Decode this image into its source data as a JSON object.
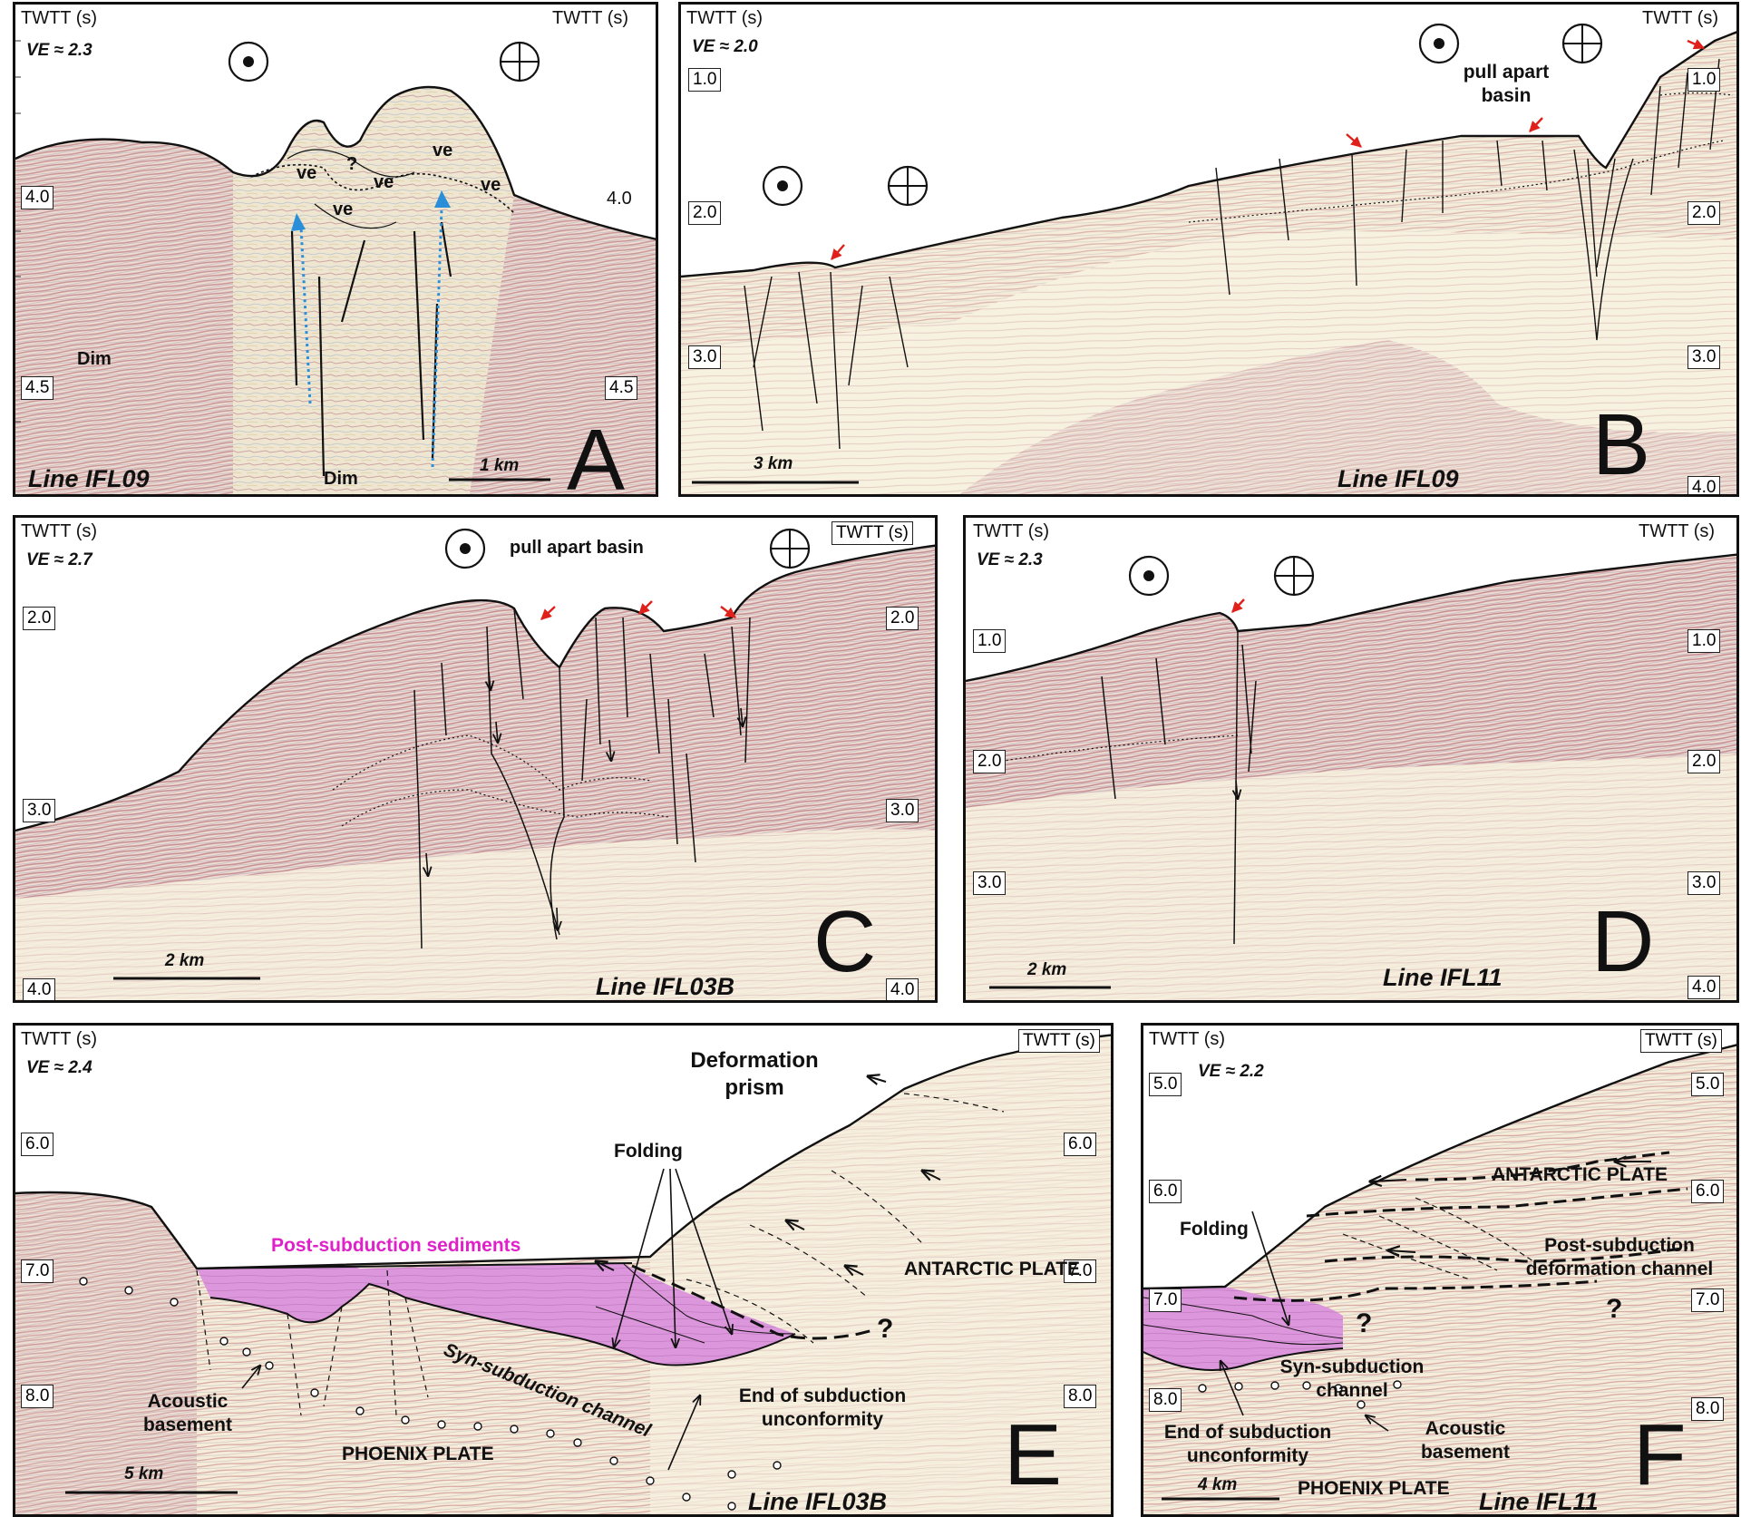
{
  "figure": {
    "panels": {
      "A": {
        "letter": "A",
        "axis_title_left": "TWTT (s)",
        "axis_title_right": "TWTT (s)",
        "ve": "VE ≈ 2.3",
        "ticks_left": [
          "4.0",
          "4.5"
        ],
        "ticks_right": [
          "4.0",
          "4.5"
        ],
        "line_name": "Line IFL09",
        "scale_label": "1 km",
        "labels": {
          "ve": "ve",
          "question": "?",
          "dim": "Dim"
        }
      },
      "B": {
        "letter": "B",
        "axis_title_left": "TWTT (s)",
        "axis_title_right": "TWTT (s)",
        "ve": "VE ≈ 2.0",
        "ticks_left": [
          "1.0",
          "2.0",
          "3.0"
        ],
        "ticks_right": [
          "1.0",
          "2.0",
          "3.0",
          "4.0"
        ],
        "line_name": "Line IFL09",
        "scale_label": "3 km",
        "basin_label": "pull apart basin"
      },
      "C": {
        "letter": "C",
        "axis_title_left": "TWTT (s)",
        "axis_title_right": "TWTT (s)",
        "ve": "VE ≈ 2.7",
        "ticks_left": [
          "2.0",
          "3.0",
          "4.0"
        ],
        "ticks_right": [
          "2.0",
          "3.0",
          "4.0"
        ],
        "line_name": "Line IFL03B",
        "scale_label": "2 km",
        "basin_label": "pull apart basin"
      },
      "D": {
        "letter": "D",
        "axis_title_left": "TWTT (s)",
        "axis_title_right": "TWTT (s)",
        "ve": "VE ≈ 2.3",
        "ticks_left": [
          "1.0",
          "2.0",
          "3.0"
        ],
        "ticks_right": [
          "1.0",
          "2.0",
          "3.0",
          "4.0"
        ],
        "line_name": "Line IFL11",
        "scale_label": "2 km"
      },
      "E": {
        "letter": "E",
        "axis_title_left": "TWTT (s)",
        "axis_title_right": "TWTT (s)",
        "ve": "VE ≈ 2.4",
        "ticks_left": [
          "6.0",
          "7.0",
          "8.0"
        ],
        "ticks_right": [
          "6.0",
          "7.0",
          "8.0"
        ],
        "line_name": "Line IFL03B",
        "scale_label": "5 km",
        "labels": {
          "deformation_prism": "Deformation prism",
          "folding": "Folding",
          "post_subduction_sediments": "Post-subduction sediments",
          "antarctic_plate": "ANTARCTIC PLATE",
          "syn_subduction_channel": "Syn-subduction channel",
          "end_of_subduction": "End of subduction unconformity",
          "acoustic_basement": "Acoustic basement",
          "phoenix_plate": "PHOENIX PLATE",
          "question": "?"
        }
      },
      "F": {
        "letter": "F",
        "axis_title_left": "TWTT (s)",
        "axis_title_right": "TWTT (s)",
        "ve": "VE ≈ 2.2",
        "ticks_left": [
          "5.0",
          "6.0",
          "7.0",
          "8.0"
        ],
        "ticks_right": [
          "5.0",
          "6.0",
          "7.0",
          "8.0"
        ],
        "line_name": "Line IFL11",
        "scale_label": "4 km",
        "labels": {
          "antarctic_plate": "ANTARCTIC PLATE",
          "folding": "Folding",
          "post_subduction_deformation_channel": "Post-subduction deformation channel",
          "syn_subduction_channel": "Syn-subduction channel",
          "end_of_subduction": "End of subduction unconformity",
          "acoustic_basement": "Acoustic basement",
          "phoenix_plate": "PHOENIX PLATE",
          "question": "?"
        }
      }
    },
    "colors": {
      "seismic_background": "#f4ecd8",
      "reflector": "#c98a8e",
      "infill_magenta": "#d890d8",
      "accent_red": "#e0201a",
      "fluid_blue": "#2a8fd8",
      "magenta_text": "#e020c8"
    },
    "icons": [
      "out-of-page-symbol-icon",
      "into-page-symbol-icon",
      "red-arrow-icon",
      "blue-arrow-icon"
    ]
  }
}
